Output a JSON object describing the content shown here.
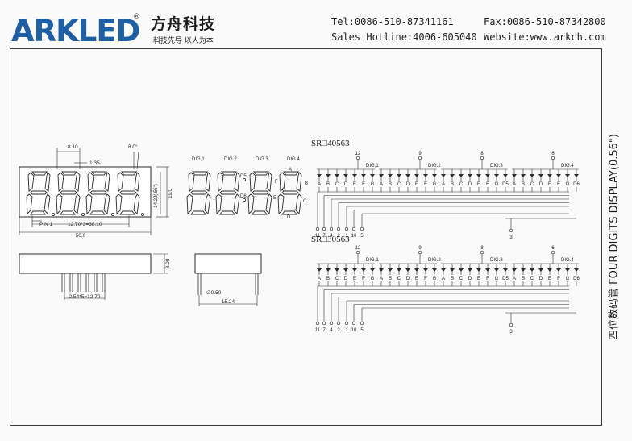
{
  "header": {
    "logo_text": "ARKLED",
    "registered_mark": "®",
    "brand_cn": "方舟科技",
    "slogan": "科技先导  以人为本",
    "tel": "Tel:0086-510-87341161",
    "fax": "Fax:0086-510-87342800",
    "hotline": "Sales Hotline:4006-605040",
    "website": "Website:www.arkch.com"
  },
  "side_title": "四位数码管  FOUR DIGITS DISPLAY(0.56\")",
  "colors": {
    "logo_blue": "#1f5fa8",
    "logo_green": "#3fae3c",
    "line": "#2b2b2b"
  },
  "front_view": {
    "dim_top_width": "8.10",
    "dim_seg": "1.35",
    "dim_angle": "8.0°",
    "dim_char_height": "14.22(.56\")",
    "dim_height": "19.0",
    "pin1": "PIN 1",
    "dim_pitch": "12.70*3=38.10",
    "dim_width": "50.0"
  },
  "side_view": {
    "dim_depth": "8.00",
    "dim_pins": "2.54*5=12.70"
  },
  "end_view": {
    "dim_pin": "∅0.50",
    "dim_span": "15.24"
  },
  "segment_view": {
    "digit_labels": [
      "DIG.1",
      "DIG.2",
      "DIG.3",
      "DIG.4"
    ],
    "dp_labels": [
      "D5",
      "D6"
    ],
    "segment_letters": [
      "A",
      "B",
      "C",
      "D",
      "E",
      "F",
      "G"
    ]
  },
  "circuit_1": {
    "title": "SR□40563",
    "pin_labels": [
      "A",
      "B",
      "C",
      "D",
      "E",
      "F",
      "G",
      "A",
      "B",
      "C",
      "D",
      "E",
      "F",
      "G",
      "A",
      "B",
      "C",
      "D",
      "E",
      "F",
      "G",
      "D5",
      "A",
      "B",
      "C",
      "D",
      "E",
      "F",
      "G",
      "D6"
    ],
    "digit_labels": [
      "DIG.1",
      "DIG.2",
      "DIG.3",
      "DIG.4"
    ],
    "common_pins": [
      "12",
      "9",
      "8",
      "6"
    ],
    "bottom_pins": [
      "11",
      "7",
      "4",
      "2",
      "1",
      "10",
      "5"
    ],
    "dp_pin": "3"
  },
  "circuit_2": {
    "title": "SR□30563",
    "pin_labels": [
      "A",
      "B",
      "C",
      "D",
      "E",
      "F",
      "G",
      "A",
      "B",
      "C",
      "D",
      "E",
      "F",
      "G",
      "A",
      "B",
      "C",
      "D",
      "E",
      "F",
      "G",
      "D5",
      "A",
      "B",
      "C",
      "D",
      "E",
      "F",
      "G",
      "D6"
    ],
    "digit_labels": [
      "DIG.1",
      "DIG.2",
      "DIG.3",
      "DIG.4"
    ],
    "common_pins": [
      "12",
      "9",
      "8",
      "6"
    ],
    "bottom_pins": [
      "11",
      "7",
      "4",
      "2",
      "1",
      "10",
      "5"
    ],
    "dp_pin": "3"
  }
}
